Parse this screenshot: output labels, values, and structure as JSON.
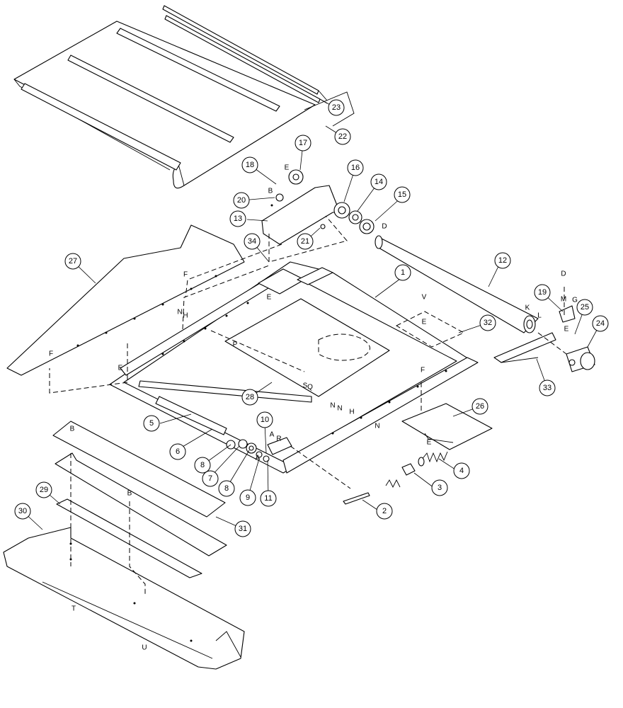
{
  "callouts": [
    {
      "label": "1"
    },
    {
      "label": "2"
    },
    {
      "label": "3"
    },
    {
      "label": "4"
    },
    {
      "label": "5"
    },
    {
      "label": "6"
    },
    {
      "label": "7"
    },
    {
      "label": "8"
    },
    {
      "label": "8"
    },
    {
      "label": "9"
    },
    {
      "label": "10"
    },
    {
      "label": "11"
    },
    {
      "label": "12"
    },
    {
      "label": "13"
    },
    {
      "label": "14"
    },
    {
      "label": "15"
    },
    {
      "label": "16"
    },
    {
      "label": "17"
    },
    {
      "label": "18"
    },
    {
      "label": "19"
    },
    {
      "label": "20"
    },
    {
      "label": "21"
    },
    {
      "label": "22"
    },
    {
      "label": "23"
    },
    {
      "label": "24"
    },
    {
      "label": "25"
    },
    {
      "label": "26"
    },
    {
      "label": "27"
    },
    {
      "label": "28"
    },
    {
      "label": "29"
    },
    {
      "label": "30"
    },
    {
      "label": "31"
    },
    {
      "label": "32"
    },
    {
      "label": "33"
    },
    {
      "label": "34"
    }
  ],
  "letters": [
    "E",
    "B",
    "D",
    "K",
    "L",
    "D",
    "M",
    "G",
    "E",
    "V",
    "E",
    "F",
    "F",
    "N",
    "H",
    "E",
    "E",
    "P",
    "S",
    "Q",
    "N",
    "N",
    "H",
    "F",
    "N",
    "E",
    "A",
    "R",
    "A",
    "B",
    "B",
    "T",
    "U"
  ]
}
